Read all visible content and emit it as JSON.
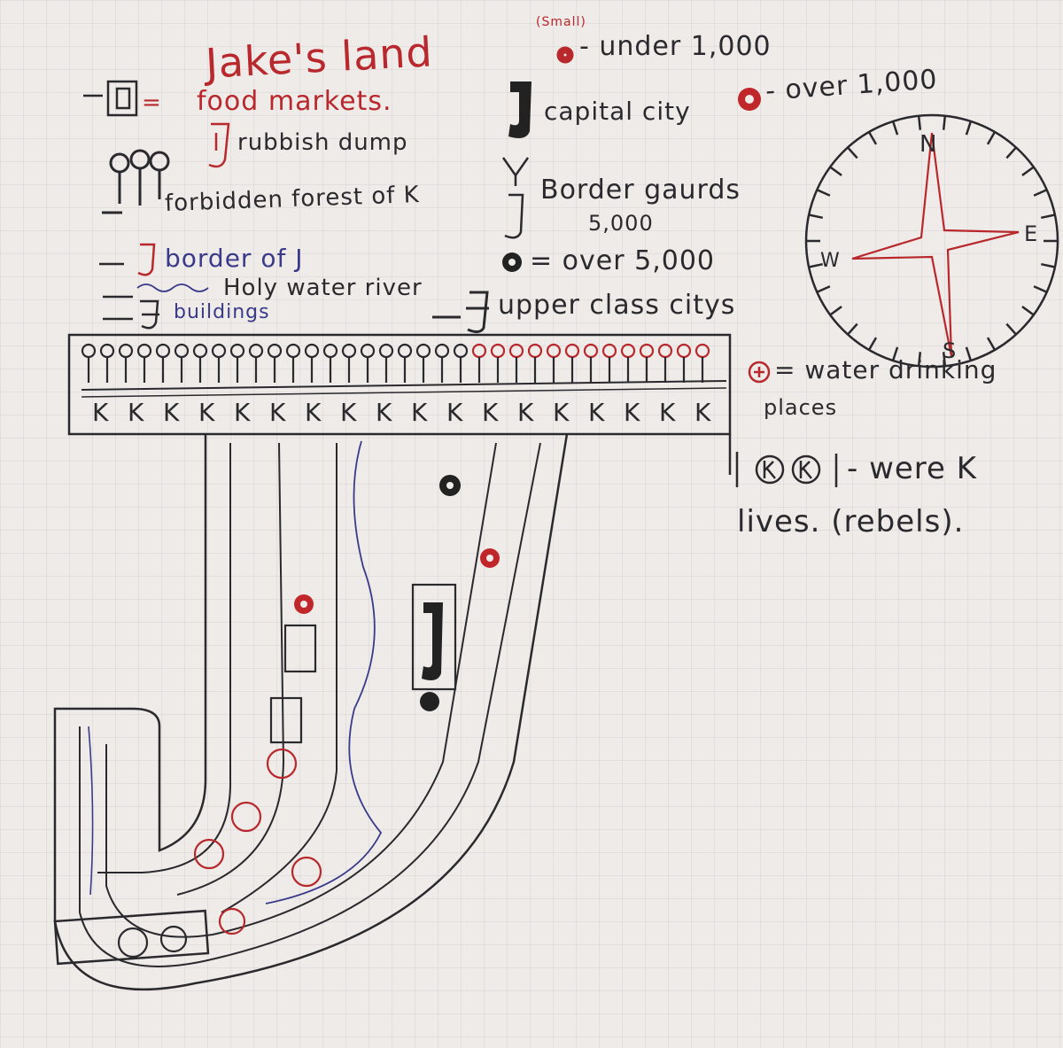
{
  "title": "Jake's land",
  "legend": {
    "food_markets": "food markets.",
    "rubbish_dump": "rubbish dump",
    "forbidden_forest": "forbidden forest of K",
    "border": "border of J",
    "river": "Holy water river",
    "buildings": "buildings",
    "small_marker": "(Small)",
    "under_1000": "- under 1,000",
    "capital_city": "capital city",
    "over_1000": "- over 1,000",
    "border_guards": "Border gaurds",
    "border_guards_count": "5,000",
    "over_5000": "= over 5,000",
    "upper_class": "upper class citys",
    "water_drinking": "= water drinking",
    "places": "places",
    "where_k_lives": "- were K",
    "lives": "lives. (rebels)."
  },
  "compass": {
    "n": "N",
    "s": "S",
    "e": "E",
    "w": "W"
  },
  "map": {
    "k_marks": [
      "K",
      "K",
      "K",
      "K",
      "K",
      "K",
      "K",
      "K",
      "K",
      "K",
      "K",
      "K",
      "K",
      "K",
      "K",
      "K",
      "K",
      "K"
    ]
  },
  "colors": {
    "ink": "#2a2a2e",
    "red": "#b8282c",
    "blue": "#3a3a8a",
    "paper": "#eeebe8"
  }
}
